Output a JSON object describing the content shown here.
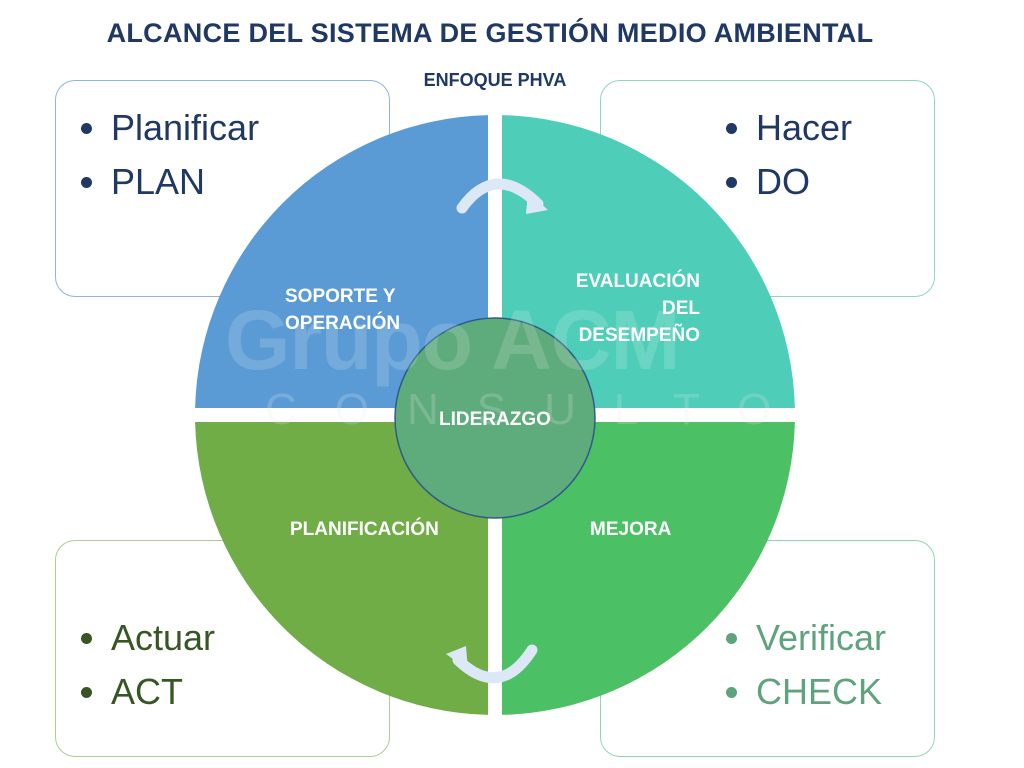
{
  "title": "ALCANCE DEL SISTEMA DE GESTIÓN MEDIO AMBIENTAL",
  "subtitle": "ENFOQUE PHVA",
  "boxes": {
    "plan": {
      "items": [
        "Planificar",
        "PLAN"
      ]
    },
    "do": {
      "items": [
        "Hacer",
        "DO"
      ]
    },
    "act": {
      "items": [
        "Actuar",
        "ACT"
      ]
    },
    "check": {
      "items": [
        "Verificar",
        "CHECK"
      ]
    }
  },
  "quadrants": {
    "top_left": {
      "label": "SOPORTE Y OPERACIÓN",
      "color": "#5b9bd5"
    },
    "top_right": {
      "label": "EVALUACIÓN DEL DESEMPEÑO",
      "color": "#4ecdb8"
    },
    "bottom_left": {
      "label": "PLANIFICACIÓN",
      "color": "#70ad47"
    },
    "bottom_right": {
      "label": "MEJORA",
      "color": "#4cc064"
    }
  },
  "center": {
    "label": "LIDERAZGO",
    "color": "#5eab7c"
  },
  "watermark": {
    "main": "Grupo ACM",
    "sub": "CONSULTO"
  }
}
